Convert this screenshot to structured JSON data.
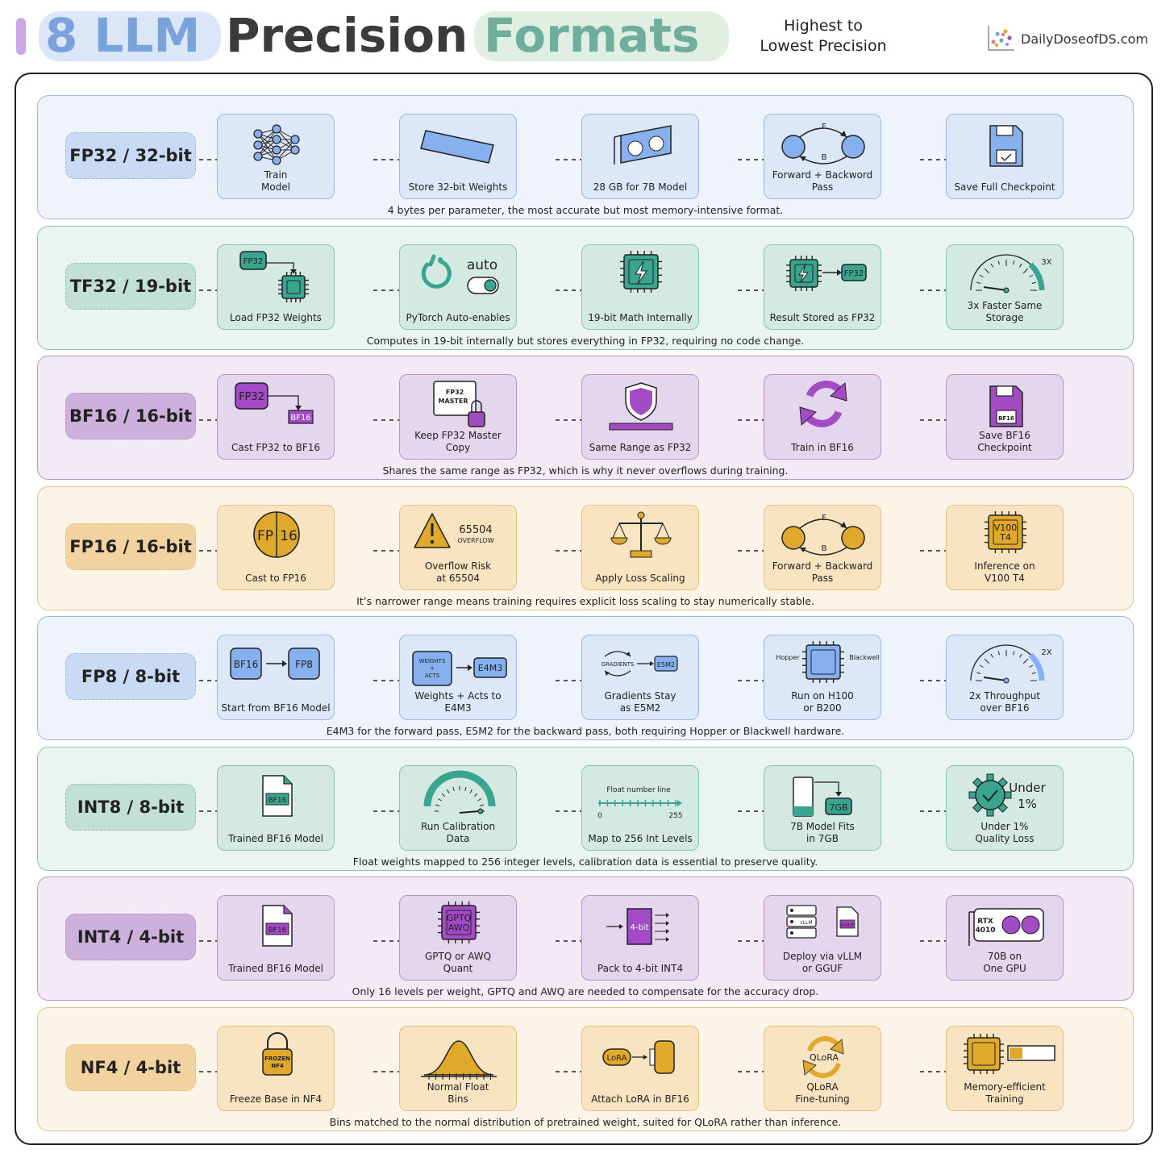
{
  "header": {
    "title_part1": "8 LLM",
    "title_part2": "Precision",
    "title_part3": "Formats",
    "subtitle_line1": "Highest to",
    "subtitle_line2": "Lowest Precision",
    "brand": "DailyDoseofDS.com"
  },
  "theme": {
    "blue": {
      "bg": "#eef3fc",
      "border": "#9db8e4",
      "step_bg": "#dce8f8",
      "step_border": "#9db8e4",
      "label_bg": "#c9dbf4",
      "accent": "#86b0ee"
    },
    "teal": {
      "bg": "#eaf4f1",
      "border": "#8cc3b2",
      "step_bg": "#d3e9e2",
      "step_border": "#8cc3b2",
      "label_bg": "#c2e0d6",
      "accent": "#3aa58e"
    },
    "purple": {
      "bg": "#f2ebf5",
      "border": "#b595c8",
      "step_bg": "#e4d6ec",
      "step_border": "#b595c8",
      "label_bg": "#cdb0dc",
      "accent": "#a24bc4"
    },
    "orange": {
      "bg": "#fcf4e6",
      "border": "#e3c189",
      "step_bg": "#f8e4c1",
      "step_border": "#e3c189",
      "label_bg": "#f2d3a0",
      "accent": "#e0a92c"
    }
  },
  "rows": [
    {
      "label": "FP32 / 32-bit",
      "color": "blue",
      "description": "4 bytes per parameter, the most accurate but most memory-intensive format.",
      "steps": [
        {
          "label": "Train\nModel",
          "icon": "neural-network-icon"
        },
        {
          "label": "Store 32-bit Weights",
          "icon": "weights-bar-icon"
        },
        {
          "label": "28 GB for 7B Model",
          "icon": "gpu-card-icon"
        },
        {
          "label": "Forward + Backword\nPass",
          "icon": "forward-backward-icon",
          "icon_text": [
            "F",
            "B"
          ]
        },
        {
          "label": "Save Full Checkpoint",
          "icon": "floppy-disk-icon"
        }
      ]
    },
    {
      "label": "TF32 / 19-bit",
      "color": "teal",
      "description": "Computes in 19-bit internally but stores everything in FP32, requiring no code change.",
      "steps": [
        {
          "label": "Load FP32 Weights",
          "icon": "load-weights-icon",
          "icon_text": [
            "FP32"
          ]
        },
        {
          "label": "PyTorch Auto-enables",
          "icon": "pytorch-toggle-icon",
          "icon_text": [
            "auto"
          ]
        },
        {
          "label": "19-bit Math Internally",
          "icon": "chip-icon"
        },
        {
          "label": "Result Stored as FP32",
          "icon": "chip-to-fp32-icon",
          "icon_text": [
            "FP32"
          ]
        },
        {
          "label": "3x Faster Same\nStorage",
          "icon": "speedometer-icon",
          "icon_text": [
            "3X"
          ]
        }
      ]
    },
    {
      "label": "BF16 / 16-bit",
      "color": "purple",
      "description": "Shares the same range as FP32, which is why it never overflows during training.",
      "steps": [
        {
          "label": "Cast FP32 to BF16",
          "icon": "cast-icon",
          "icon_text": [
            "FP32",
            "BF16"
          ]
        },
        {
          "label": "Keep FP32 Master\nCopy",
          "icon": "master-lock-icon",
          "icon_text": [
            "FP32",
            "MASTER"
          ]
        },
        {
          "label": "Same Range as FP32",
          "icon": "shield-icon"
        },
        {
          "label": "Train in BF16",
          "icon": "refresh-cycle-icon"
        },
        {
          "label": "Save BF16\nCheckpoint",
          "icon": "floppy-disk-icon",
          "icon_text": [
            "BF16"
          ]
        }
      ]
    },
    {
      "label": "FP16 / 16-bit",
      "color": "orange",
      "description": "It’s narrower range means training requires explicit loss scaling to stay numerically stable.",
      "steps": [
        {
          "label": "Cast to FP16",
          "icon": "fp16-coin-icon",
          "icon_text": [
            "FP",
            "16"
          ]
        },
        {
          "label": "Overflow Risk\nat 65504",
          "icon": "warning-icon",
          "icon_text": [
            "65504",
            "OVERFLOW"
          ]
        },
        {
          "label": "Apply Loss Scaling",
          "icon": "balance-scale-icon"
        },
        {
          "label": "Forward + Backward\nPass",
          "icon": "forward-backward-icon",
          "icon_text": [
            "F",
            "B"
          ]
        },
        {
          "label": "Inference on\nV100 T4",
          "icon": "chip-icon",
          "icon_text": [
            "V100",
            "T4"
          ]
        }
      ]
    },
    {
      "label": "FP8 / 8-bit",
      "color": "blue",
      "description": "E4M3 for the forward pass, E5M2 for the backward pass, both requiring Hopper or Blackwell hardware.",
      "steps": [
        {
          "label": "Start from BF16 Model",
          "icon": "bf16-to-fp8-icon",
          "icon_text": [
            "BF16",
            "FP8"
          ]
        },
        {
          "label": "Weights + Acts to\nE4M3",
          "icon": "weights-acts-icon",
          "icon_text": [
            "WEIGHTS",
            "+",
            "ACTS",
            "E4M3"
          ]
        },
        {
          "label": "Gradients Stay\nas E5M2",
          "icon": "gradients-icon",
          "icon_text": [
            "GRADIENTS",
            "E5M2"
          ]
        },
        {
          "label": "Run on H100\nor B200",
          "icon": "chip-icon",
          "icon_text": [
            "Hopper",
            "Blackwell"
          ]
        },
        {
          "label": "2x Throughput\nover BF16",
          "icon": "speedometer-icon",
          "icon_text": [
            "2X"
          ]
        }
      ]
    },
    {
      "label": "INT8 / 8-bit",
      "color": "teal",
      "description": "Float weights mapped to 256 integer levels, calibration data is essential to preserve quality.",
      "steps": [
        {
          "label": "Trained BF16 Model",
          "icon": "file-icon",
          "icon_text": [
            "BF16"
          ]
        },
        {
          "label": "Run Calibration\nData",
          "icon": "gauge-icon"
        },
        {
          "label": "Map to 256 Int Levels",
          "icon": "number-line-icon",
          "icon_text": [
            "Float number line",
            "0",
            "255"
          ]
        },
        {
          "label": "7B Model Fits\nin 7GB",
          "icon": "fits-memory-icon",
          "icon_text": [
            "7GB"
          ]
        },
        {
          "label": "Under 1%\nQuality Loss",
          "icon": "gear-check-icon",
          "icon_text": [
            "Under",
            "1%"
          ]
        }
      ]
    },
    {
      "label": "INT4 / 4-bit",
      "color": "purple",
      "description": "Only 16 levels per weight, GPTQ and AWQ are needed to compensate for the accuracy drop.",
      "steps": [
        {
          "label": "Trained BF16 Model",
          "icon": "file-icon",
          "icon_text": [
            "BF16"
          ]
        },
        {
          "label": "GPTQ or AWQ\nQuant",
          "icon": "chip-icon",
          "icon_text": [
            "GPTQ",
            "AWQ"
          ]
        },
        {
          "label": "Pack to 4-bit INT4",
          "icon": "pack-icon",
          "icon_text": [
            "4-bit"
          ]
        },
        {
          "label": "Deploy via vLLM\nor GGUF",
          "icon": "server-icon",
          "icon_text": [
            "vLLM",
            "GGUF"
          ]
        },
        {
          "label": "70B on\nOne GPU",
          "icon": "gpu-card-icon",
          "icon_text": [
            "RTX",
            "4010"
          ]
        }
      ]
    },
    {
      "label": "NF4 / 4-bit",
      "color": "orange",
      "description": "Bins matched to the normal distribution of pretrained weight, suited for QLoRA rather than inference.",
      "steps": [
        {
          "label": "Freeze Base in NF4",
          "icon": "lock-icon",
          "icon_text": [
            "FROZEN",
            "NF4"
          ]
        },
        {
          "label": "Normal Float\nBins",
          "icon": "bell-curve-icon"
        },
        {
          "label": "Attach LoRA in BF16",
          "icon": "lora-attach-icon",
          "icon_text": [
            "LoRA"
          ]
        },
        {
          "label": "QLoRA\nFine-tuning",
          "icon": "qlora-cycle-icon",
          "icon_text": [
            "QLoRA"
          ]
        },
        {
          "label": "Memory-efficient\nTraining",
          "icon": "chip-battery-icon"
        }
      ]
    }
  ]
}
